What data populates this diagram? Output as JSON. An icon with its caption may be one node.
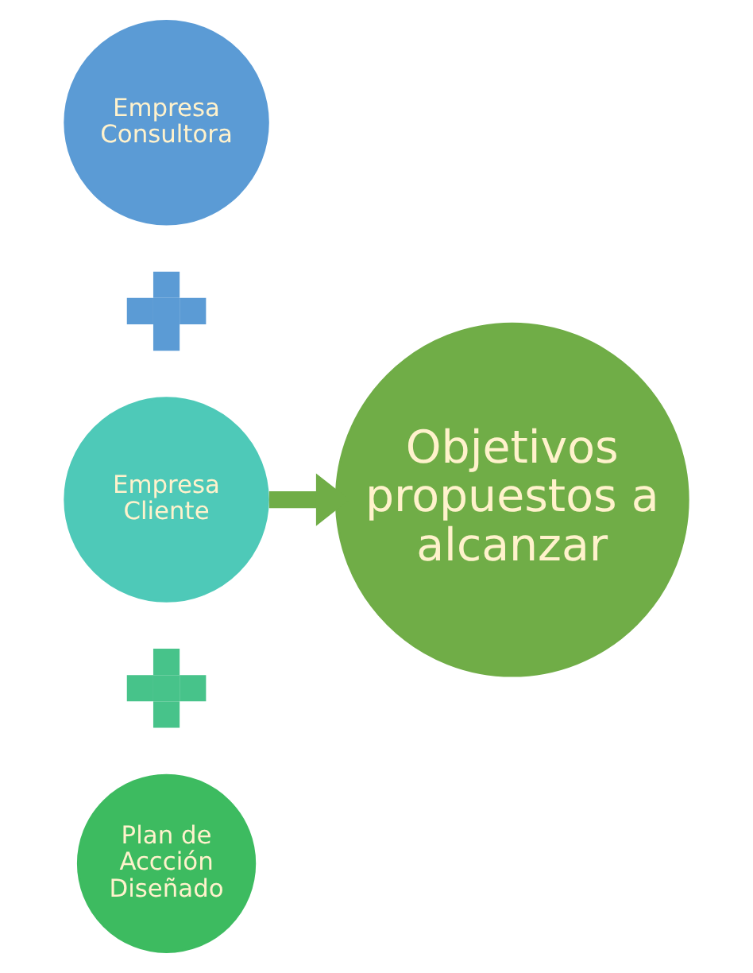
{
  "diagram": {
    "nodes": [
      {
        "text": [
          "Empresa Consultora"
        ]
      },
      {
        "text": [],
        "shape": "plus"
      },
      {
        "text": [
          "Empresa Cliente"
        ]
      },
      {
        "text": [],
        "shape": "plus"
      },
      {
        "text": [
          "Plan de Accción Diseñado"
        ]
      },
      {
        "text": [
          "Objetivos propuestos a alcanzar"
        ]
      }
    ],
    "edges": [
      {
        "from": 2,
        "to": 5,
        "arrow": "to"
      }
    ]
  }
}
